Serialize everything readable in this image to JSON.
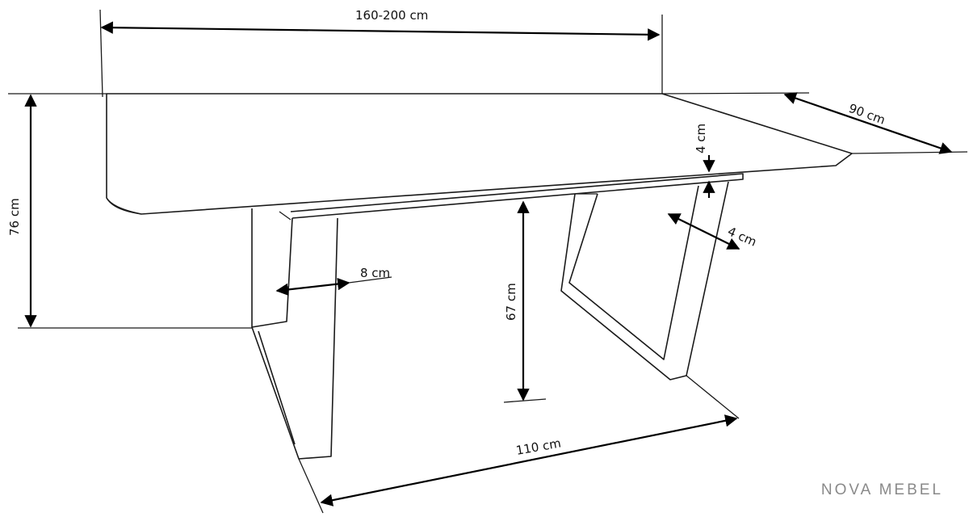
{
  "dimensions": {
    "length": "160-200 cm",
    "width": "90 cm",
    "height": "76 cm",
    "top_thickness": "4 cm",
    "leg_profile_thickness": "4 cm",
    "leg_width": "8 cm",
    "clearance_height": "67 cm",
    "leg_spacing": "110 cm"
  },
  "brand": "NOVA MEBEL"
}
